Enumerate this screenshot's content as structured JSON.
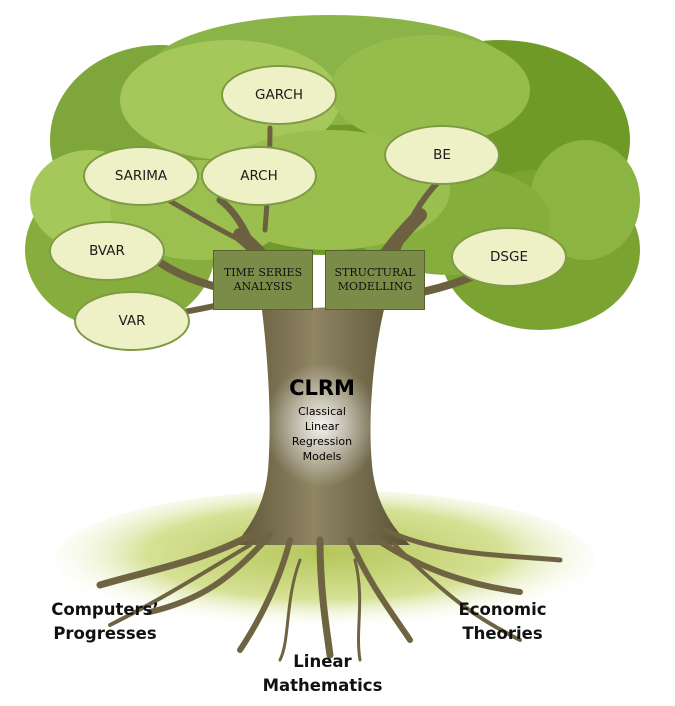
{
  "ovals": {
    "garch": "GARCH",
    "arch": "ARCH",
    "sarima": "SARIMA",
    "bvar": "BVAR",
    "var": "VAR",
    "be": "BE",
    "dsge": "DSGE"
  },
  "boxes": {
    "time_series": "TIME SERIES\nANALYSIS",
    "structural": "STRUCTURAL\nMODELLING"
  },
  "trunk": {
    "title": "CLRM",
    "subtitle": "Classical\nLinear\nRegression\nModels"
  },
  "roots": {
    "computers": "Computers’\nProgresses",
    "economic": "Economic\nTheories",
    "linear": "Linear\nMathematics"
  },
  "colors": {
    "foliage_dark": "#6f9a28",
    "foliage_light": "#a6c85a",
    "trunk": "#7f7452",
    "ground": "#c8d77a",
    "oval_fill": "#eef0c6",
    "box_fill": "#7a8c48"
  }
}
